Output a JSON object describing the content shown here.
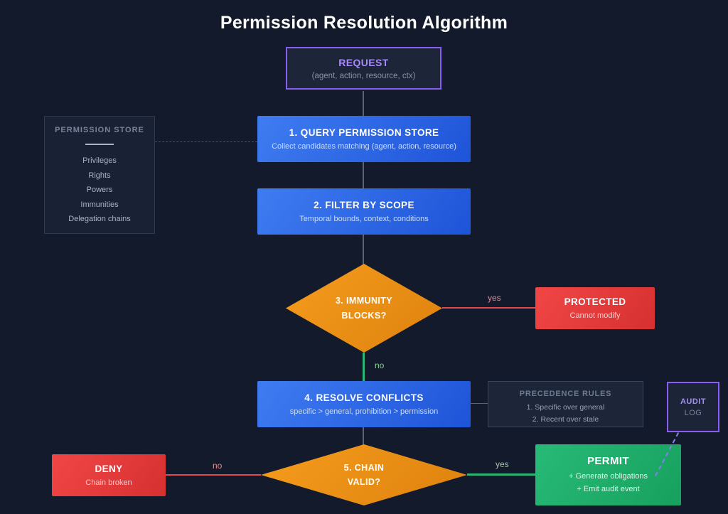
{
  "title": "Permission Resolution Algorithm",
  "request": {
    "label": "REQUEST",
    "subtitle": "(agent, action, resource, ctx)"
  },
  "permission_store": {
    "title": "PERMISSION STORE",
    "items": [
      "Privileges",
      "Rights",
      "Powers",
      "Immunities",
      "Delegation chains"
    ]
  },
  "steps": {
    "query": {
      "label": "1. QUERY PERMISSION STORE",
      "subtitle": "Collect candidates matching (agent, action, resource)"
    },
    "filter": {
      "label": "2. FILTER BY SCOPE",
      "subtitle": "Temporal bounds, context, conditions"
    },
    "resolve": {
      "label": "4. RESOLVE CONFLICTS",
      "subtitle": "specific > general, prohibition > permission"
    }
  },
  "decisions": {
    "immunity": {
      "line1": "3. IMMUNITY",
      "line2": "BLOCKS?"
    },
    "chain": {
      "line1": "5. CHAIN",
      "line2": "VALID?"
    }
  },
  "outcomes": {
    "protected": {
      "label": "PROTECTED",
      "subtitle": "Cannot modify"
    },
    "deny": {
      "label": "DENY",
      "subtitle": "Chain broken"
    },
    "permit": {
      "label": "PERMIT",
      "line1": "+ Generate obligations",
      "line2": "+ Emit audit event"
    }
  },
  "precedence_rules": {
    "title": "PRECEDENCE RULES",
    "items": [
      "1. Specific over general",
      "2. Recent over stale"
    ]
  },
  "audit_log": {
    "line1": "AUDIT",
    "line2": "LOG"
  },
  "edge_labels": {
    "immunity_yes": "yes",
    "immunity_no": "no",
    "chain_no": "no",
    "chain_yes": "yes"
  },
  "colors": {
    "background": "#131a2b",
    "accent_purple": "#8b5cf6",
    "accent_blue": "#2f6ae4",
    "accent_orange": "#ee9018",
    "accent_red": "#e5484d",
    "accent_green": "#27b873"
  }
}
